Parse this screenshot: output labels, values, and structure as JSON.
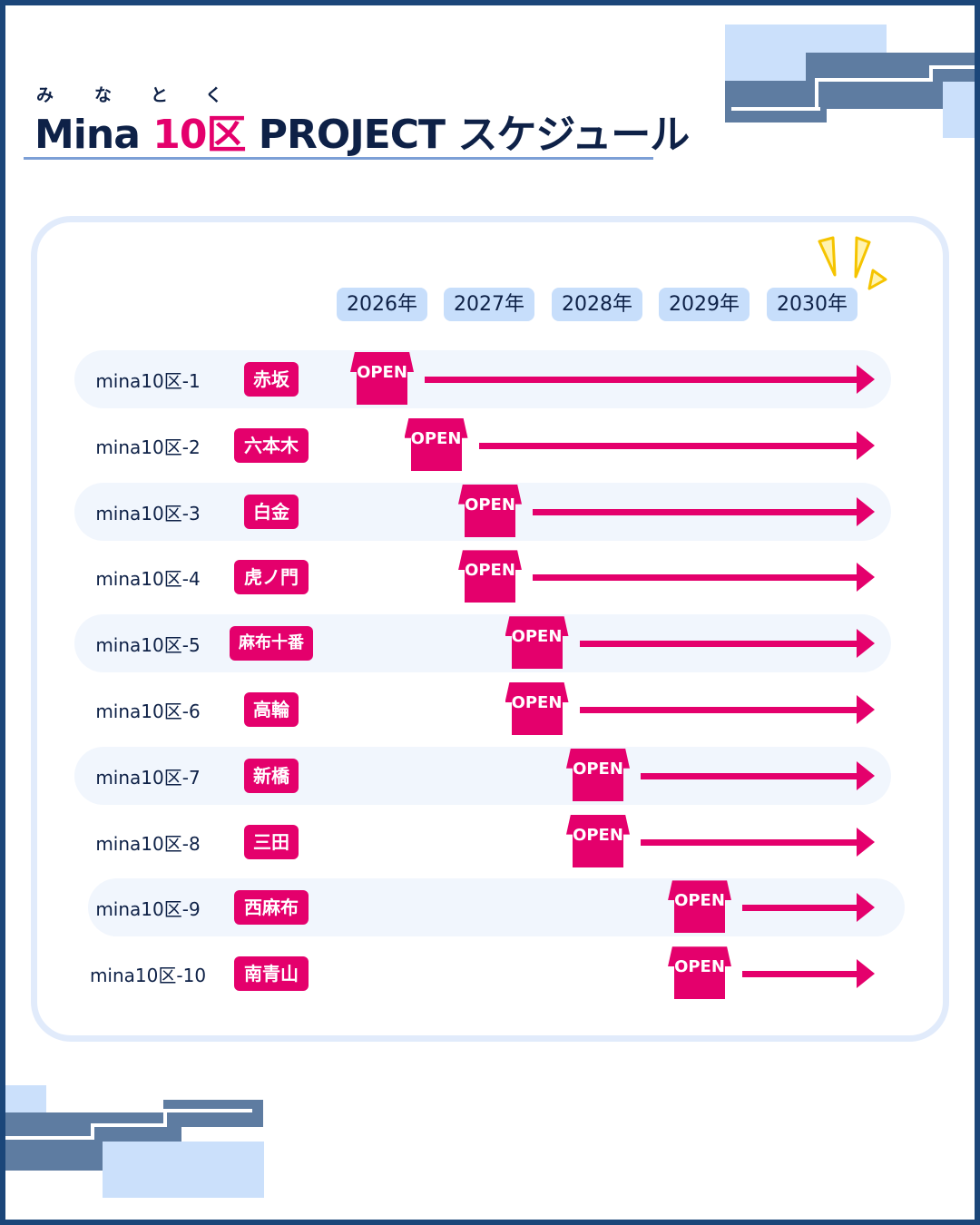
{
  "header": {
    "ruby": [
      "み",
      "な",
      "と",
      "く"
    ],
    "title_pre": "Mina",
    "title_num": "10区",
    "title_post": "PROJECT スケジュール"
  },
  "years": [
    "2026年",
    "2027年",
    "2028年",
    "2029年",
    "2030年"
  ],
  "open_label": "OPEN",
  "rows": [
    {
      "name": "mina10区-1",
      "area": "赤坂",
      "open_year": 2026.0
    },
    {
      "name": "mina10区-2",
      "area": "六本木",
      "open_year": 2026.5
    },
    {
      "name": "mina10区-3",
      "area": "白金",
      "open_year": 2027.0
    },
    {
      "name": "mina10区-4",
      "area": "虎ノ門",
      "open_year": 2027.0
    },
    {
      "name": "mina10区-5",
      "area": "麻布十番",
      "open_year": 2027.5
    },
    {
      "name": "mina10区-6",
      "area": "高輪",
      "open_year": 2027.5
    },
    {
      "name": "mina10区-7",
      "area": "新橋",
      "open_year": 2028.0
    },
    {
      "name": "mina10区-8",
      "area": "三田",
      "open_year": 2028.0
    },
    {
      "name": "mina10区-9",
      "area": "西麻布",
      "open_year": 2029.0
    },
    {
      "name": "mina10区-10",
      "area": "南青山",
      "open_year": 2029.0
    }
  ],
  "colors": {
    "accent": "#e4006c",
    "navy": "#0e2147",
    "frame": "#1b4679",
    "year_bg": "#c7defb"
  }
}
